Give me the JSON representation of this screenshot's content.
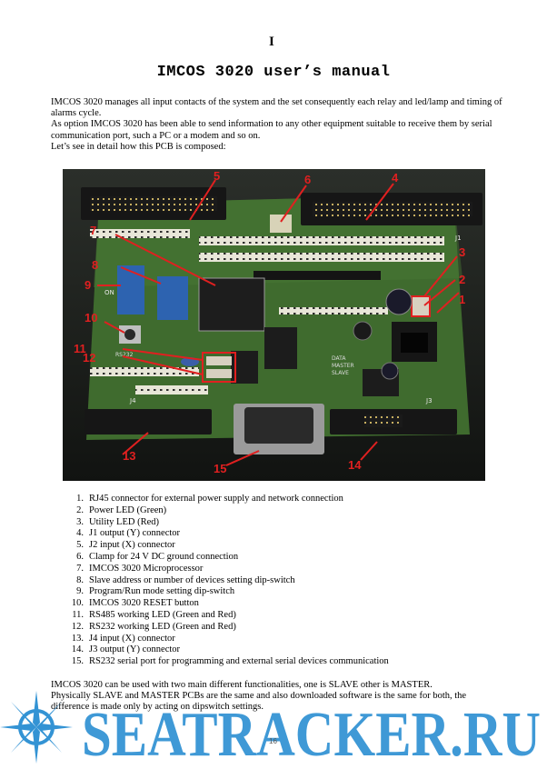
{
  "page_number": "I",
  "title": "IMCOS 3020 user’s manual",
  "intro": [
    "IMCOS 3020 manages all input contacts of the system and the set consequently  each relay and led/lamp and timing of alarms cycle.",
    "As option IMCOS 3020 has been able to send information to any other equipment suitable to receive them by serial communication port, such a PC or a modem and so on.",
    "Let’s see in detail how this PCB is composed:"
  ],
  "photo": {
    "callouts": [
      "1",
      "2",
      "3",
      "4",
      "5",
      "6",
      "7",
      "8",
      "9",
      "10",
      "11",
      "12",
      "13",
      "14",
      "15"
    ],
    "pcb_labels": [
      "ON",
      "J4",
      "J3",
      "J1",
      "DATA",
      "MASTER",
      "SLAVE",
      "RS232"
    ],
    "accent": "#e02020",
    "board_color": "#3f6b2e"
  },
  "legend": [
    {
      "num": "1.",
      "text": "RJ45 connector for external power supply and network connection"
    },
    {
      "num": "2.",
      "text": "Power LED (Green)"
    },
    {
      "num": "3.",
      "text": "Utility LED (Red)"
    },
    {
      "num": "4.",
      "text": "J1 output (Y) connector"
    },
    {
      "num": "5.",
      "text": "J2 input (X) connector"
    },
    {
      "num": "6.",
      "text": "Clamp for 24 V DC ground connection"
    },
    {
      "num": "7.",
      "text": "IMCOS 3020 Microprocessor"
    },
    {
      "num": "8.",
      "text": "Slave address or number of devices setting dip-switch"
    },
    {
      "num": "9.",
      "text": "Program/Run mode setting dip-switch"
    },
    {
      "num": "10.",
      "text": "IMCOS 3020 RESET button"
    },
    {
      "num": "11.",
      "text": "RS485 working LED (Green and Red)"
    },
    {
      "num": "12.",
      "text": "RS232 working LED (Green and Red)"
    },
    {
      "num": "13.",
      "text": "J4 input (X) connector"
    },
    {
      "num": "14.",
      "text": "J3 output (Y) connector"
    },
    {
      "num": "15.",
      "text": "RS232 serial port for programming and external serial devices communication"
    }
  ],
  "outro": [
    "IMCOS 3020 can be used with two main different functionalities, one is SLAVE other is MASTER.",
    "Physically SLAVE and MASTER PCBs are the same and also downloaded software is the same for both, the difference is made only by acting on dipswitch settings."
  ],
  "watermark": {
    "text": "SEATRACKER.RU",
    "color": "#1e88d0"
  },
  "footer_mark": "16"
}
